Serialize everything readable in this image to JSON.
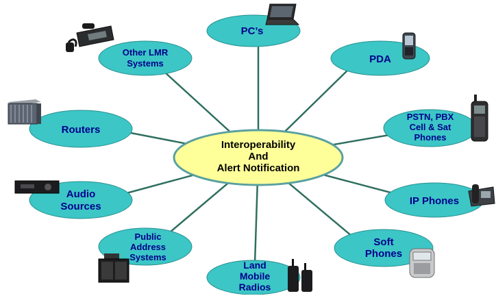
{
  "diagram": {
    "center": {
      "lines": [
        "Interoperability",
        "And",
        "Alert Notification"
      ]
    },
    "nodes": [
      {
        "id": "pcs",
        "lines": [
          "PC’s"
        ],
        "icon": "laptop-icon"
      },
      {
        "id": "pda",
        "lines": [
          "PDA"
        ],
        "icon": "pda-icon"
      },
      {
        "id": "pstn",
        "lines": [
          "PSTN, PBX",
          "Cell & Sat",
          "Phones"
        ],
        "icon": "cell-phone-icon"
      },
      {
        "id": "ip-phones",
        "lines": [
          "IP Phones"
        ],
        "icon": "ip-phone-icon"
      },
      {
        "id": "soft-phones",
        "lines": [
          "Soft",
          "Phones"
        ],
        "icon": "softphone-device-icon"
      },
      {
        "id": "land-mobile-radios",
        "lines": [
          "Land",
          "Mobile",
          "Radios"
        ],
        "icon": "two-way-radio-icon"
      },
      {
        "id": "public-address",
        "lines": [
          "Public",
          "Address",
          "Systems"
        ],
        "icon": "speaker-icon"
      },
      {
        "id": "audio-sources",
        "lines": [
          "Audio",
          "Sources"
        ],
        "icon": "audio-receiver-icon"
      },
      {
        "id": "routers",
        "lines": [
          "Routers"
        ],
        "icon": "router-rack-icon"
      },
      {
        "id": "other-lmr",
        "lines": [
          "Other LMR",
          "Systems"
        ],
        "icon": "mobile-radio-icon"
      }
    ]
  },
  "colors": {
    "node_fill": "#3cc6c6",
    "node_stroke": "#2a8f8f",
    "center_fill": "#ffff99",
    "center_stroke": "#5aa0a0",
    "text": "#00008b",
    "connector": "#2f6f5f"
  }
}
